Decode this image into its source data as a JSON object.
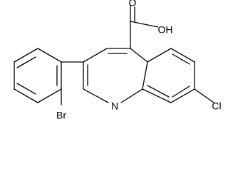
{
  "molecule": {
    "atoms": {
      "nitrogen": "N",
      "chlorine": "Cl",
      "bromine": "Br",
      "oxygen": "O",
      "hydroxyl": "OH"
    }
  }
}
